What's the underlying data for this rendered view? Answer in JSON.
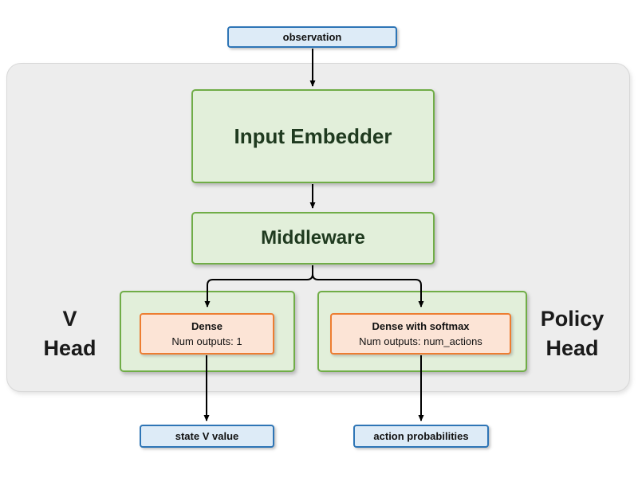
{
  "nodes": {
    "observation": "observation",
    "input_embedder": "Input Embedder",
    "middleware": "Middleware",
    "v_head": {
      "label_line1": "V",
      "label_line2": "Head",
      "dense_title": "Dense",
      "dense_outputs": "Num outputs: 1",
      "output": "state V value"
    },
    "policy_head": {
      "label_line1": "Policy",
      "label_line2": "Head",
      "dense_title": "Dense with softmax",
      "dense_outputs": "Num outputs: num_actions",
      "output": "action probabilities"
    }
  },
  "colors": {
    "io_node_border": "#2e75b6",
    "io_node_fill": "#ddebf7",
    "layer_node_border": "#70ad47",
    "layer_node_fill": "#e2efda",
    "dense_node_border": "#ed7d31",
    "dense_node_fill": "#fce4d6",
    "container_fill": "#ededed",
    "arrow": "#000000"
  }
}
